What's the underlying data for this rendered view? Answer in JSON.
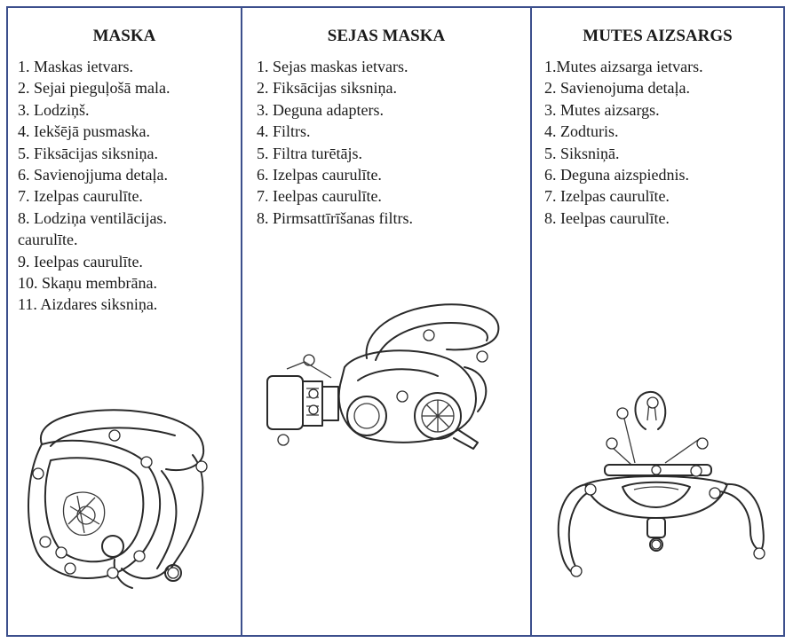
{
  "columns": [
    {
      "title": "MASKA",
      "items": [
        "1. Maskas ietvars.",
        "2. Sejai pieguļošā mala.",
        "3. Lodziņš.",
        "4. Iekšējā pusmaska.",
        "5. Fiksācijas siksniņa.",
        "6. Savienojjuma detaļa.",
        "7. Izelpas caurulīte.",
        "8. Lodziņa ventilācijas.",
        "caurulīte.",
        "9. Ieelpas caurulīte.",
        "10. Skaņu membrāna.",
        "11. Aizdares siksniņa."
      ]
    },
    {
      "title": "SEJAS MASKA",
      "items": [
        "1. Sejas maskas ietvars.",
        "2. Fiksācijas siksniņa.",
        "3. Deguna adapters.",
        "4. Filtrs.",
        "5. Filtra turētājs.",
        "6. Izelpas caurulīte.",
        "7. Ieelpas caurulīte.",
        "8. Pirmsattīrīšanas filtrs."
      ]
    },
    {
      "title": "MUTES AIZSARGS",
      "items": [
        "1.Mutes aizsarga ietvars.",
        "2. Savienojuma detaļa.",
        "3. Mutes aizsargs.",
        "4. Zodturis.",
        "5. Siksniņā.",
        "6. Deguna aizspiednis.",
        "7. Izelpas caurulīte.",
        "8. Ieelpas caurulīte."
      ]
    }
  ],
  "colors": {
    "border": "#3c4f8c",
    "text": "#1a1a1a"
  },
  "illustrations": [
    "full-face-mask-drawing",
    "half-face-mask-drawing",
    "mouth-guard-drawing"
  ]
}
